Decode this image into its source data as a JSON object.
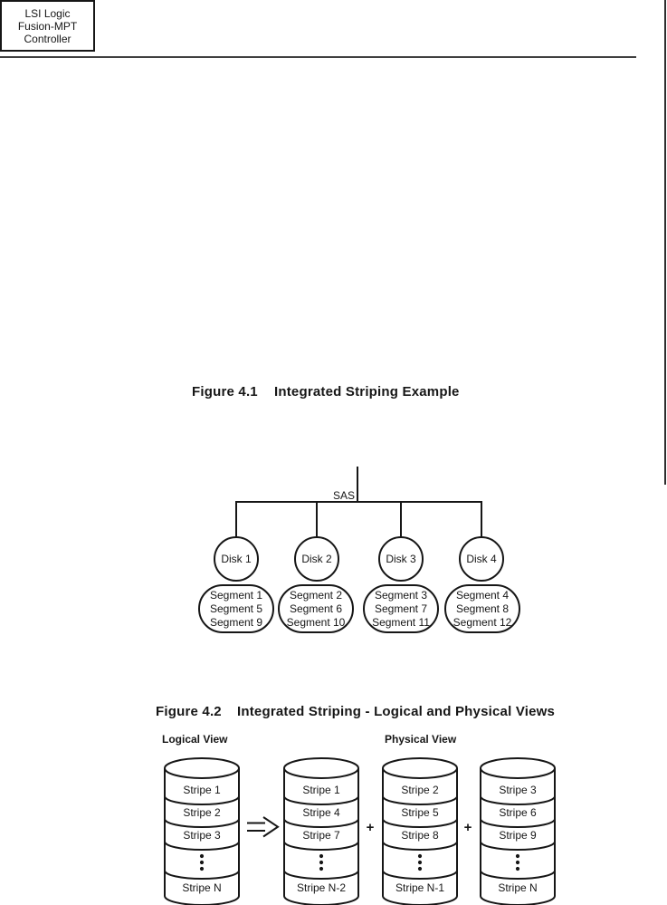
{
  "fig1": {
    "heading_label": "Figure 4.1",
    "heading_title": "Integrated Striping Example",
    "controller_lines": [
      "LSI Logic",
      "Fusion-MPT",
      "Controller"
    ],
    "bus_label": "SAS",
    "disks": [
      {
        "label": "Disk 1",
        "segments": [
          "Segment 1",
          "Segment 5",
          "Segment 9"
        ]
      },
      {
        "label": "Disk 2",
        "segments": [
          "Segment 2",
          "Segment 6",
          "Segment 10"
        ]
      },
      {
        "label": "Disk 3",
        "segments": [
          "Segment 3",
          "Segment 7",
          "Segment 11"
        ]
      },
      {
        "label": "Disk 4",
        "segments": [
          "Segment 4",
          "Segment 8",
          "Segment 12"
        ]
      }
    ]
  },
  "fig2": {
    "heading_label": "Figure 4.2",
    "heading_title": "Integrated Striping - Logical and Physical Views",
    "logical_view_label": "Logical View",
    "physical_view_label": "Physical View",
    "plus_sign": "+",
    "cylinders": [
      {
        "stripes": [
          "Stripe 1",
          "Stripe 2",
          "Stripe 3"
        ],
        "last_stripe": "Stripe N"
      },
      {
        "stripes": [
          "Stripe 1",
          "Stripe 4",
          "Stripe 7"
        ],
        "last_stripe": "Stripe N-2"
      },
      {
        "stripes": [
          "Stripe 2",
          "Stripe 5",
          "Stripe 8"
        ],
        "last_stripe": "Stripe N-1"
      },
      {
        "stripes": [
          "Stripe 3",
          "Stripe 6",
          "Stripe 9"
        ],
        "last_stripe": "Stripe N"
      }
    ]
  },
  "colors": {
    "ink": "#161616",
    "top_rule": "#3f3f3f",
    "edge_bar": "#2e2e2e",
    "background": "#ffffff"
  }
}
